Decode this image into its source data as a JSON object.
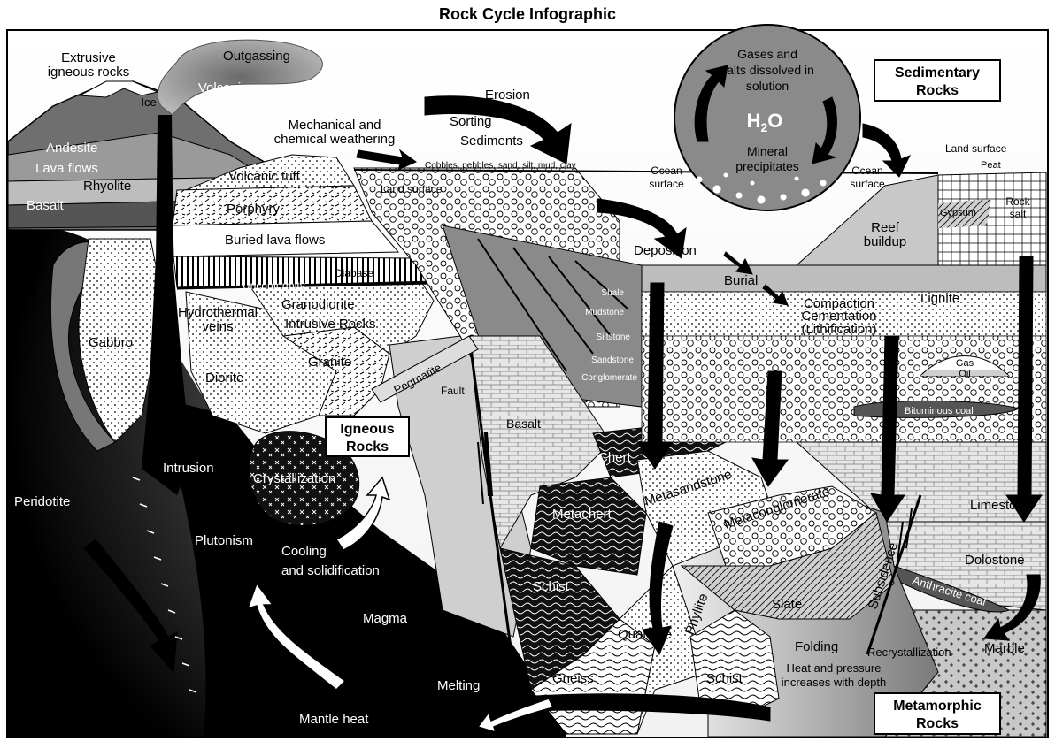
{
  "title": "Rock Cycle Infographic",
  "colors": {
    "black": "#000000",
    "dark_gray": "#3a3a3a",
    "mid_gray": "#8a8a8a",
    "light_gray": "#c8c8c8",
    "pale_gray": "#e6e6e6",
    "white": "#ffffff"
  },
  "boxes": {
    "igneous": "Igneous Rocks",
    "sedimentary": "Sedimentary Rocks",
    "metamorphic": "Metamorphic Rocks"
  },
  "water_cycle": {
    "gases": "Gases and salts dissolved in solution",
    "h2o": "H2O",
    "precip": "Mineral precipitates"
  },
  "labels": {
    "extrusive": "Extrusive igneous rocks",
    "outgassing": "Outgassing",
    "volcanism": "Volcanism",
    "ice": "Ice",
    "andesite": "Andesite",
    "lava_flows": "Lava flows",
    "rhyolite": "Rhyolite",
    "basalt_top": "Basalt",
    "mech_weathering": "Mechanical and chemical weathering",
    "erosion": "Erosion",
    "sorting": "Sorting",
    "sediments": "Sediments",
    "cobbles": "Cobbles, pebbles, sand, silt, mud, clay",
    "ocean_surface_1": "Ocean surface",
    "ocean_surface_2": "Ocean surface",
    "land_surface_1": "Land surface",
    "land_surface_2": "Land surface",
    "peat": "Peat",
    "rock_salt": "Rock salt",
    "gypsum": "Gypsum",
    "reef_buildup": "Reef buildup",
    "volcanic_tuff": "Volcanic tuff",
    "porphyry": "Porphyry",
    "buried_lava": "Buried lava flows",
    "diabase": "Diabase",
    "unconformity": "Unconformity",
    "deposition": "Deposition",
    "burial": "Burial",
    "compaction": "Compaction Cementation (Lithification)",
    "lignite": "Lignite",
    "gas": "Gas",
    "oil": "Oil",
    "bituminous": "Bituminous coal",
    "shale": "Shale",
    "mudstone": "Mudstone",
    "siltstone": "Siltstone",
    "sandstone": "Sandstone",
    "conglomerate": "Conglomerate",
    "granodiorite": "Granodiorite",
    "intrusive_rocks": "Intrusive Rocks",
    "hydrothermal": "Hydrothermal veins",
    "gabbro": "Gabbro",
    "granite": "Granite",
    "diorite": "Diorite",
    "pegmatite": "Pegmatite",
    "fault": "Fault",
    "basalt_mid": "Basalt",
    "chert": "Chert",
    "metachert": "Metachert",
    "metasandstone": "Metasandstone",
    "metaconglomerate": "Metaconglomerate",
    "limestone": "Limestone",
    "dolostone": "Dolostone",
    "anthracite": "Anthracite coal",
    "subsidence": "Subsidence",
    "intrusion": "Intrusion",
    "crystallization": "Crystallization",
    "peridotite": "Peridotite",
    "plutonism": "Plutonism",
    "cooling": "Cooling and solidification",
    "magma": "Magma",
    "schist_1": "Schist",
    "schist_2": "Schist",
    "phyllite": "Phyllite",
    "slate": "Slate",
    "folding": "Folding",
    "recrystallization": "Recrystallization",
    "marble": "Marble",
    "quartzite": "Quartzite",
    "gneiss": "Gneiss",
    "heat_pressure": "Heat and pressure increases with depth",
    "melting": "Melting",
    "mantle_heat": "Mantle heat"
  }
}
